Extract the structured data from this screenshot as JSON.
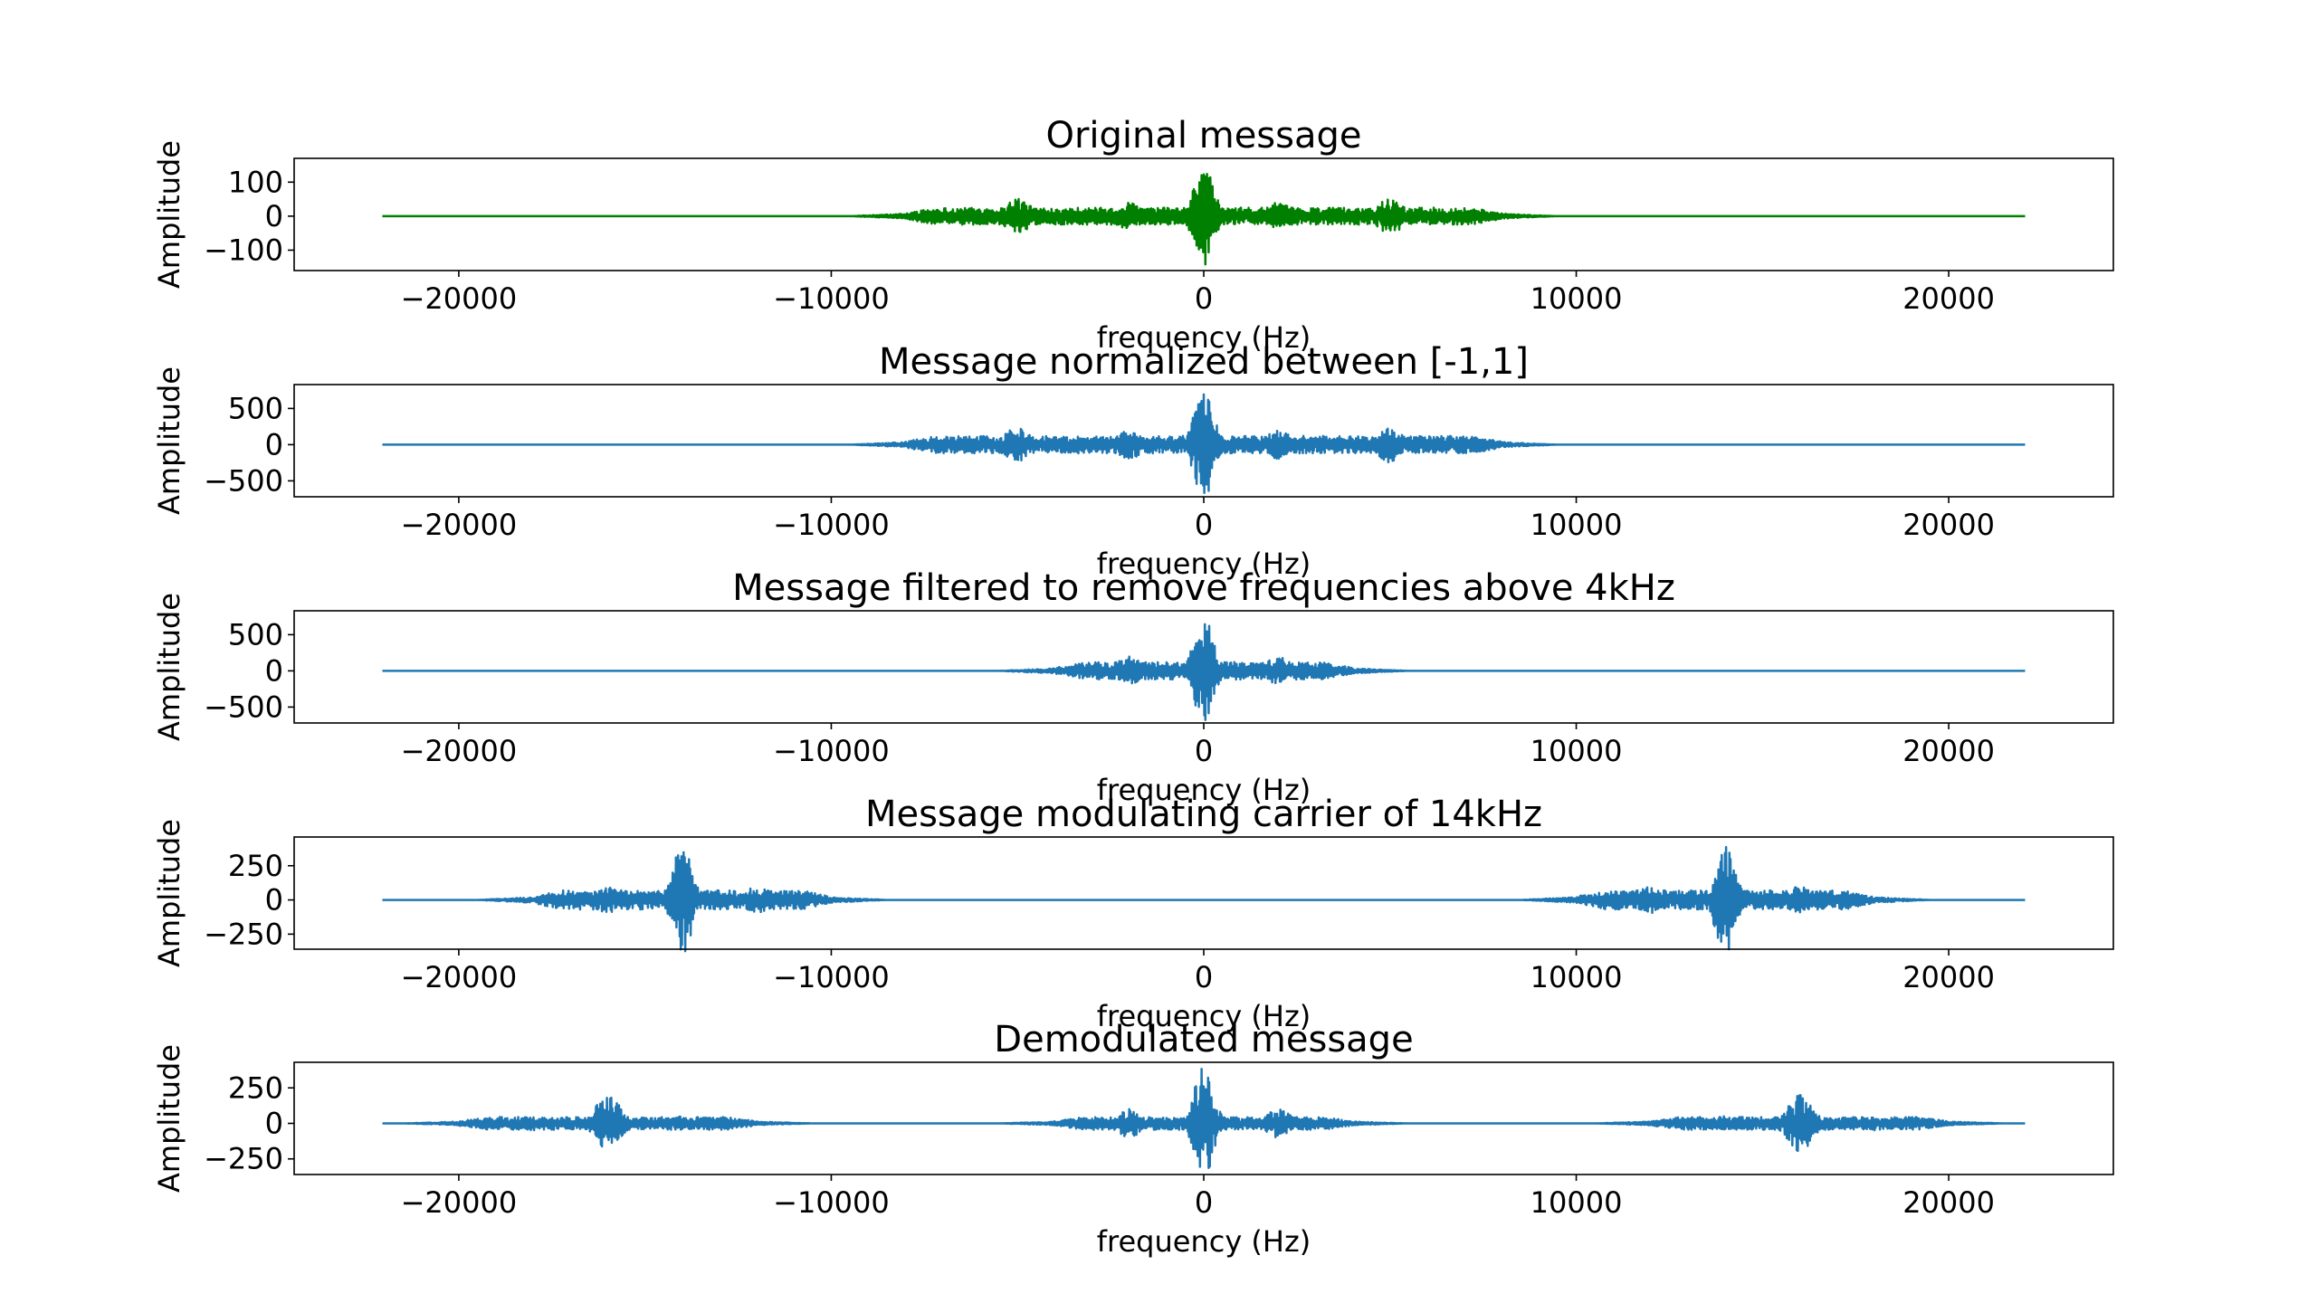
{
  "figure": {
    "background": "#ffffff"
  },
  "chart_data": [
    {
      "type": "line",
      "title": "Original message",
      "xlabel": "frequency (Hz)",
      "ylabel": "Amplitude",
      "color": "#008000",
      "xlim": [
        -24420,
        24420
      ],
      "ylim": [
        -160,
        170
      ],
      "xticks": [
        -20000,
        -10000,
        0,
        10000,
        20000
      ],
      "xtick_labels": [
        "−20000",
        "−10000",
        "0",
        "10000",
        "20000"
      ],
      "yticks": [
        100,
        0,
        -100
      ],
      "ytick_labels": [
        "100",
        "0",
        "−100"
      ],
      "x_range": [
        -22050,
        22050
      ],
      "bursts": [
        {
          "center": 0,
          "amplitude": 155
        },
        {
          "center": -5000,
          "amplitude": 55
        },
        {
          "center": 5000,
          "amplitude": 55
        },
        {
          "center": -2000,
          "amplitude": 40
        },
        {
          "center": 2000,
          "amplitude": 40
        }
      ],
      "noise_band": [
        -8000,
        8000
      ],
      "noise_amplitude": 25
    },
    {
      "type": "line",
      "title": "Message normalized between [-1,1]",
      "xlabel": "frequency (Hz)",
      "ylabel": "Amplitude",
      "color": "#1f77b4",
      "xlim": [
        -24420,
        24420
      ],
      "ylim": [
        -720,
        830
      ],
      "xticks": [
        -20000,
        -10000,
        0,
        10000,
        20000
      ],
      "xtick_labels": [
        "−20000",
        "−10000",
        "0",
        "10000",
        "20000"
      ],
      "yticks": [
        500,
        0,
        -500
      ],
      "ytick_labels": [
        "500",
        "0",
        "−500"
      ],
      "x_range": [
        -22050,
        22050
      ],
      "bursts": [
        {
          "center": 0,
          "amplitude": 750
        },
        {
          "center": -5000,
          "amplitude": 250
        },
        {
          "center": 5000,
          "amplitude": 250
        },
        {
          "center": -2000,
          "amplitude": 200
        },
        {
          "center": 2000,
          "amplitude": 200
        }
      ],
      "noise_band": [
        -8000,
        8000
      ],
      "noise_amplitude": 120
    },
    {
      "type": "line",
      "title": "Message filtered to remove frequencies above 4kHz",
      "xlabel": "frequency (Hz)",
      "ylabel": "Amplitude",
      "color": "#1f77b4",
      "xlim": [
        -24420,
        24420
      ],
      "ylim": [
        -720,
        830
      ],
      "xticks": [
        -20000,
        -10000,
        0,
        10000,
        20000
      ],
      "xtick_labels": [
        "−20000",
        "−10000",
        "0",
        "10000",
        "20000"
      ],
      "yticks": [
        500,
        0,
        -500
      ],
      "ytick_labels": [
        "500",
        "0",
        "−500"
      ],
      "x_range": [
        -22050,
        22050
      ],
      "bursts": [
        {
          "center": 0,
          "amplitude": 750
        },
        {
          "center": -2000,
          "amplitude": 200
        },
        {
          "center": 2000,
          "amplitude": 200
        }
      ],
      "noise_band": [
        -4000,
        4000
      ],
      "noise_amplitude": 120
    },
    {
      "type": "line",
      "title": "Message modulating carrier of 14kHz",
      "xlabel": "frequency (Hz)",
      "ylabel": "Amplitude",
      "color": "#1f77b4",
      "xlim": [
        -24420,
        24420
      ],
      "ylim": [
        -360,
        460
      ],
      "xticks": [
        -20000,
        -10000,
        0,
        10000,
        20000
      ],
      "xtick_labels": [
        "−20000",
        "−10000",
        "0",
        "10000",
        "20000"
      ],
      "yticks": [
        250,
        0,
        -250
      ],
      "ytick_labels": [
        "250",
        "0",
        "−250"
      ],
      "x_range": [
        -22050,
        22050
      ],
      "bursts": [
        {
          "center": -14000,
          "amplitude": 400
        },
        {
          "center": 14000,
          "amplitude": 400
        },
        {
          "center": -16000,
          "amplitude": 100
        },
        {
          "center": -12000,
          "amplitude": 100
        },
        {
          "center": 12000,
          "amplitude": 100
        },
        {
          "center": 16000,
          "amplitude": 100
        }
      ],
      "noise_bands": [
        [
          -18000,
          -10000
        ],
        [
          10000,
          18000
        ]
      ],
      "noise_amplitude": 70
    },
    {
      "type": "line",
      "title": "Demodulated message",
      "xlabel": "frequency (Hz)",
      "ylabel": "Amplitude",
      "color": "#1f77b4",
      "xlim": [
        -24420,
        24420
      ],
      "ylim": [
        -360,
        430
      ],
      "xticks": [
        -20000,
        -10000,
        0,
        10000,
        20000
      ],
      "xtick_labels": [
        "−20000",
        "−10000",
        "0",
        "10000",
        "20000"
      ],
      "yticks": [
        250,
        0,
        -250
      ],
      "ytick_labels": [
        "250",
        "0",
        "−250"
      ],
      "x_range": [
        -22050,
        22050
      ],
      "bursts": [
        {
          "center": 0,
          "amplitude": 400
        },
        {
          "center": -2000,
          "amplitude": 100
        },
        {
          "center": 2000,
          "amplitude": 100
        },
        {
          "center": -16000,
          "amplitude": 200
        },
        {
          "center": 16000,
          "amplitude": 200
        },
        {
          "center": -18000,
          "amplitude": 50
        },
        {
          "center": -14000,
          "amplitude": 50
        },
        {
          "center": 14000,
          "amplitude": 50
        },
        {
          "center": 18000,
          "amplitude": 50
        }
      ],
      "noise_bands": [
        [
          -20000,
          -12000
        ],
        [
          -4000,
          4000
        ],
        [
          12000,
          20000
        ]
      ],
      "noise_amplitude": 45
    }
  ]
}
